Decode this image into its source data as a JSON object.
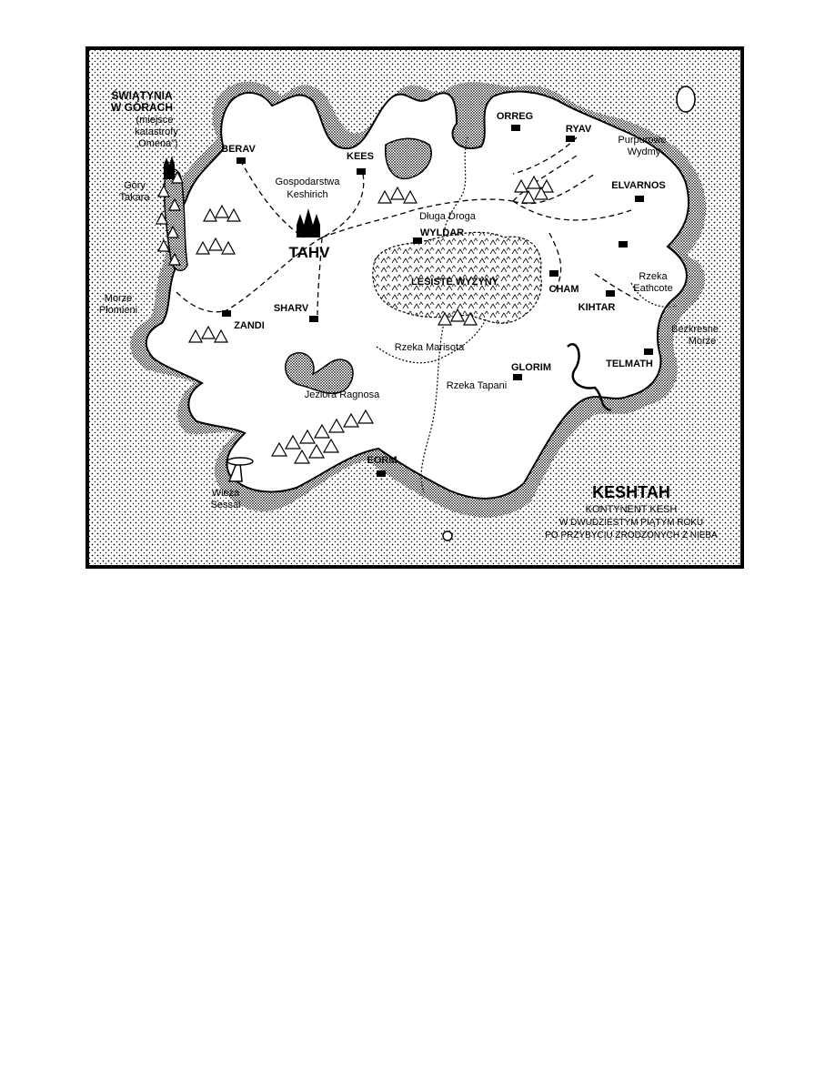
{
  "map": {
    "title": "KESHTAH",
    "subtitle_lines": [
      "KONTYNENT KESH",
      "W DWUDZIESTYM PIĄTYM ROKU",
      "PO PRZYBYCIU ZRODZONYCH Z NIEBA"
    ],
    "cities": {
      "berav": "BERAV",
      "kees": "KEES",
      "orreg": "ORREG",
      "ryav": "RYAV",
      "elvarnos": "ELVARNOS",
      "tahv": "TAHV",
      "wyldar": "WYLDAR",
      "sharv": "SHARV",
      "zandi": "ZANDI",
      "cham": "CHAM",
      "kihtar": "KIHTAR",
      "glorim": "GLORIM",
      "telmath": "TELMATH",
      "eorm": "EORM"
    },
    "regions": {
      "temple": [
        "ŚWIĄTYNIA",
        "W GÓRACH",
        "(miejsce",
        "katastrofy",
        "„Omena”)"
      ],
      "gory_takara": [
        "Góry",
        "Takara"
      ],
      "morze_plomieni": [
        "Morze",
        "Płomieni"
      ],
      "gospodarstwa": [
        "Gospodarstwa",
        "Keshirich"
      ],
      "dluga_droga": "Długa Droga",
      "lesiste_wyzyny": "LESISTE WYŻYNY",
      "purpurowe_wydmy": [
        "Purpurowe",
        "Wydmy"
      ],
      "rzeka_eathcote": [
        "Rzeka",
        "Eathcote"
      ],
      "bezkresne_morze": [
        "Bezkresne",
        "Morze"
      ],
      "rzeka_marisota": "Rzeka Marisota",
      "rzeka_tapani": "Rzeka Tapani",
      "jeziora_ragnosa": "Jeziora Ragnosa",
      "wieza_sessal": [
        "Wieża",
        "Sessal"
      ]
    }
  }
}
